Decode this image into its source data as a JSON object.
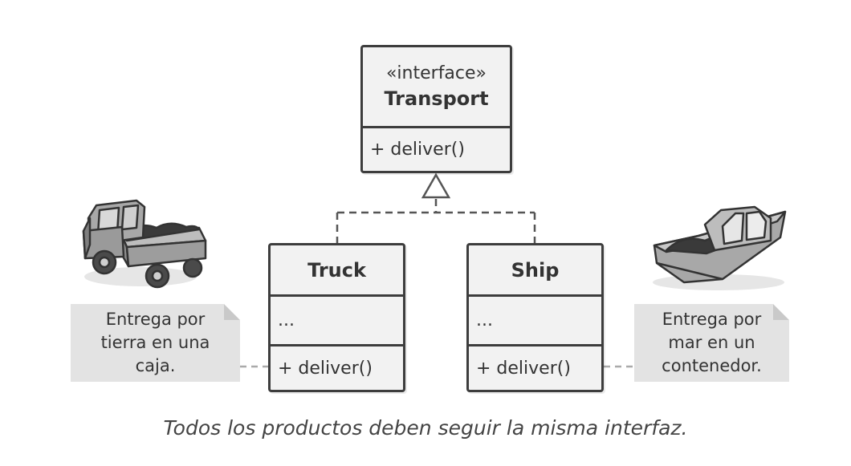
{
  "interface": {
    "stereotype": "«interface»",
    "name": "Transport",
    "method": "+ deliver()"
  },
  "classes": [
    {
      "name": "Truck",
      "fields": "...",
      "method": "+ deliver()"
    },
    {
      "name": "Ship",
      "fields": "...",
      "method": "+ deliver()"
    }
  ],
  "notes": {
    "truck": [
      "Entrega por",
      "tierra en una",
      "caja."
    ],
    "ship": [
      "Entrega por",
      "mar en un",
      "contenedor."
    ]
  },
  "caption": "Todos los productos deben seguir la misma interfaz.",
  "icons": [
    "truck-illustration",
    "ship-illustration",
    "inheritance-arrow"
  ],
  "colors": {
    "box_fill": "#f2f2f2",
    "border": "#3d3d3d",
    "note_fill": "#e3e3e3",
    "dashed_line": "#555555"
  }
}
